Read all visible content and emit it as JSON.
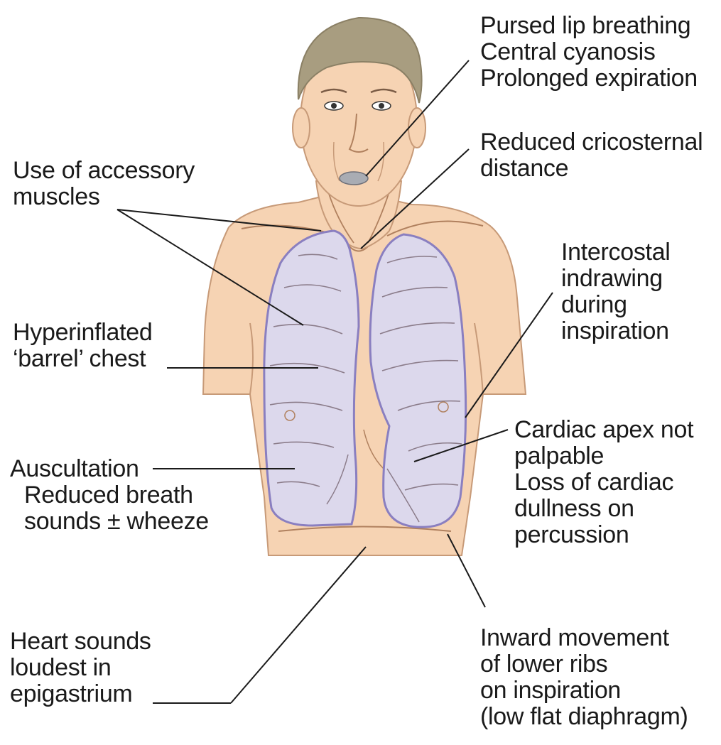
{
  "labels": {
    "face_signs": [
      "Pursed lip breathing",
      "Central cyanosis",
      "Prolonged expiration"
    ],
    "cricosternal": [
      "Reduced cricosternal",
      "distance"
    ],
    "accessory_muscles": [
      "Use of accessory",
      "muscles"
    ],
    "intercostal": [
      "Intercostal",
      "indrawing",
      "during",
      "inspiration"
    ],
    "barrel_chest": [
      "Hyperinflated",
      "‘barrel’ chest"
    ],
    "cardiac_apex": [
      "Cardiac apex not",
      "palpable",
      "Loss of cardiac",
      "dullness on",
      "percussion"
    ],
    "auscultation": [
      "Auscultation",
      "Reduced breath",
      "sounds ± wheeze"
    ],
    "heart_sounds": [
      "Heart sounds",
      "loudest in",
      "epigastrium"
    ],
    "lower_ribs": [
      "Inward movement",
      "of lower ribs",
      "on inspiration",
      "(low flat diaphragm)"
    ]
  },
  "colors": {
    "skin": "#f6d3b3",
    "skin_outline": "#c79a78",
    "lung_fill": "#dcd8ec",
    "lung_outline": "#8a7fc0",
    "hair": "#a89d80",
    "leader_line": "#1a1a1a"
  }
}
